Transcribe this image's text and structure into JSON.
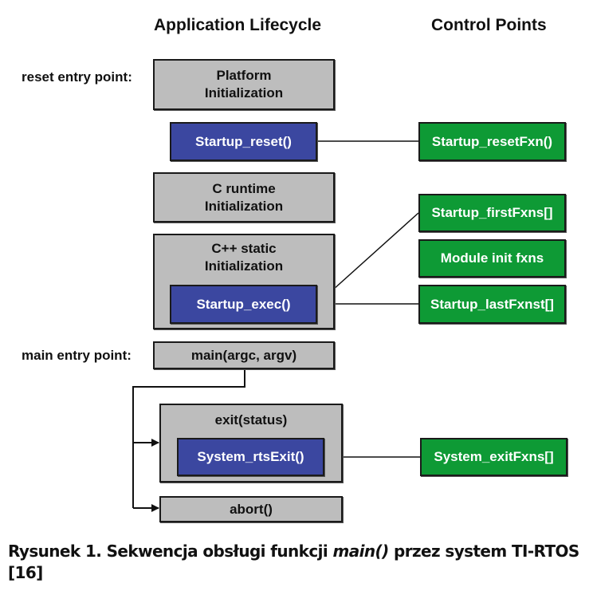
{
  "headings": {
    "lifecycle": "Application Lifecycle",
    "control_points": "Control Points"
  },
  "entry_labels": {
    "reset": "reset entry point:",
    "main": "main entry point:"
  },
  "lifecycle_boxes": {
    "platform": "Platform\nInitialization",
    "startup_reset": "Startup_reset()",
    "c_runtime": "C runtime\nInitialization",
    "cpp_static": "C++ static\nInitialization",
    "startup_exec": "Startup_exec()",
    "main": "main(argc, argv)",
    "exit": "exit(status)",
    "system_rts_exit": "System_rtsExit()",
    "abort": "abort()"
  },
  "control_points": {
    "reset_fxn": "Startup_resetFxn()",
    "first_fxns": "Startup_firstFxns[]",
    "module_init": "Module init fxns",
    "last_fxns": "Startup_lastFxnst[]",
    "exit_fxns": "System_exitFxns[]"
  },
  "colors": {
    "gray_box": "#bdbdbd",
    "blue_box": "#3b47a0",
    "green_box": "#0e9a35"
  },
  "caption": {
    "prefix": "Rysunek 1. Sekwencja obsługi funkcji ",
    "italic": "main()",
    "suffix": " przez system TI-RTOS [16]"
  }
}
